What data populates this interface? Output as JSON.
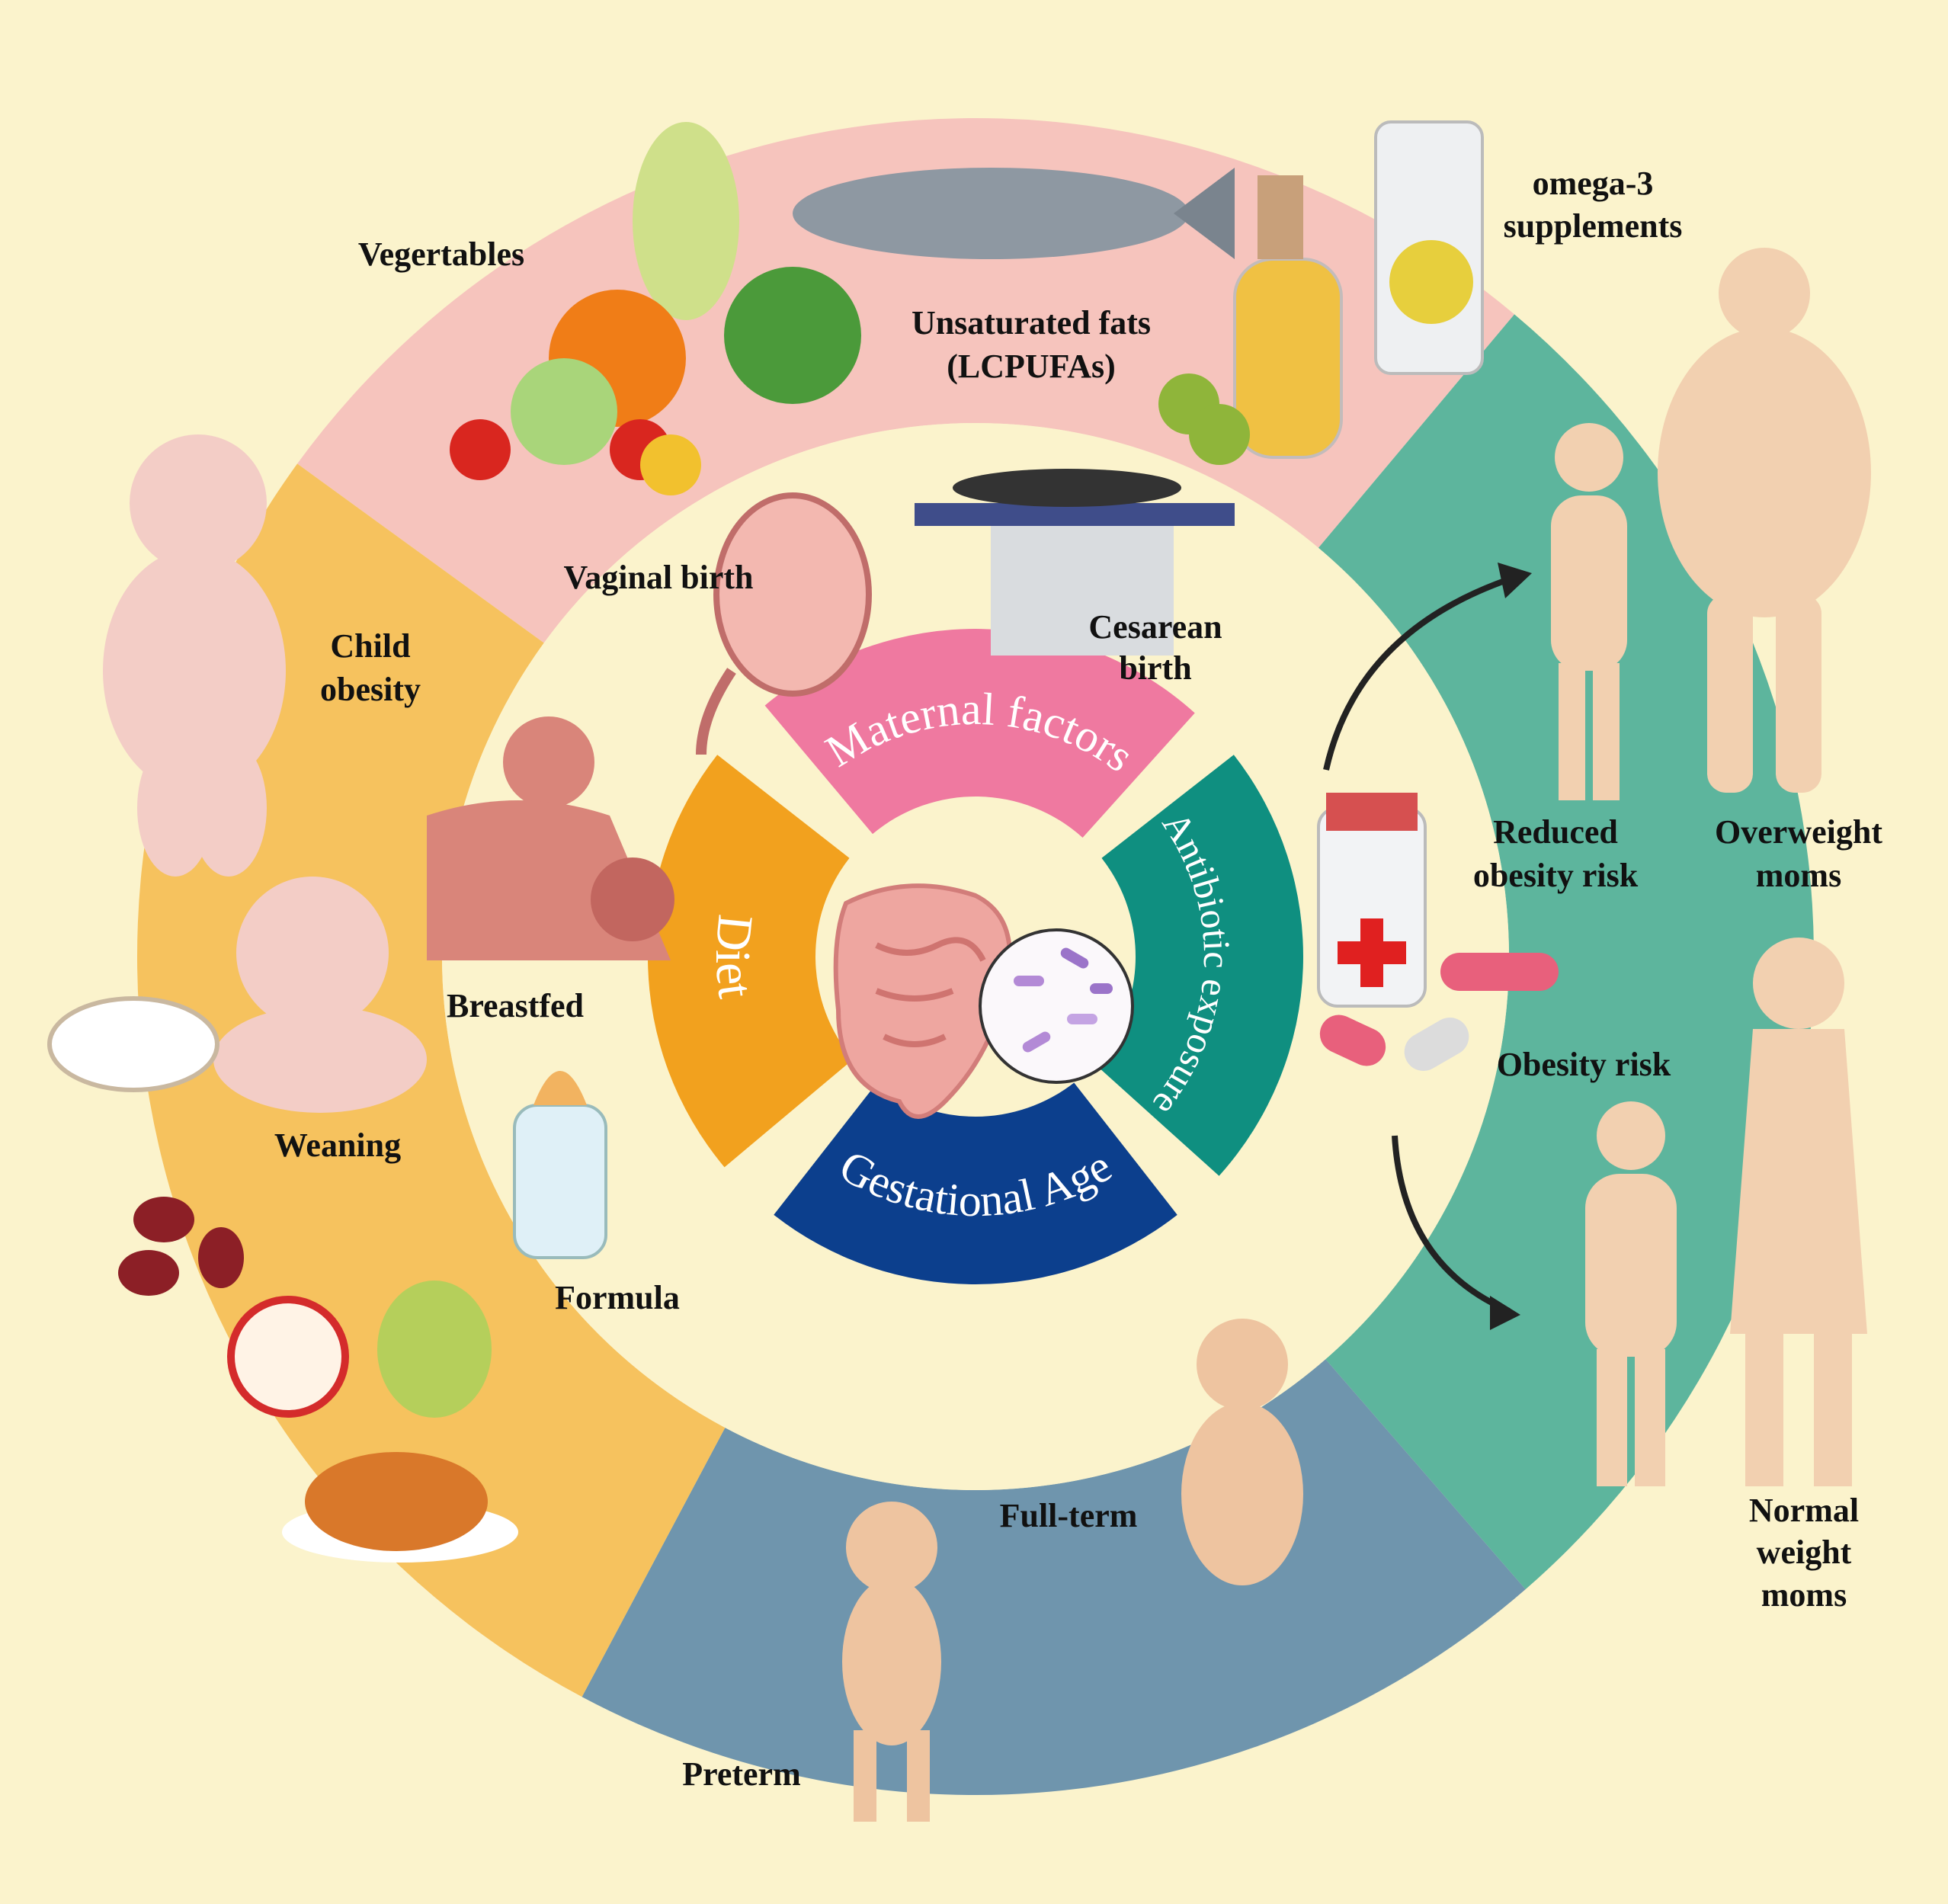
{
  "colors": {
    "background": "#fbf3cc",
    "outer_pink": "#f6c4bd",
    "outer_teal": "#5db59d",
    "outer_blue": "#6f95ad",
    "outer_orange": "#f6c25e",
    "inner_maternal": "#ef79a0",
    "inner_antibiotic": "#0f8f80",
    "inner_gestational": "#0c3f8d",
    "inner_diet": "#f2a11e"
  },
  "inner_ring": {
    "maternal": "Maternal factors",
    "antibiotic": "Antibiotic exposure",
    "gestational": "Gestational Age",
    "diet": "Diet"
  },
  "labels": {
    "vegetables": "Vegertables",
    "unsaturated_1": "Unsaturated fats",
    "unsaturated_2": "(LCPUFAs)",
    "omega_1": "omega-3",
    "omega_2": "supplements",
    "vaginal": "Vaginal birth",
    "cesarean_1": "Cesarean",
    "cesarean_2": "birth",
    "child_1": "Child",
    "child_2": "obesity",
    "breastfed": "Breastfed",
    "weaning": "Weaning",
    "formula": "Formula",
    "reduced_1": "Reduced",
    "reduced_2": "obesity risk",
    "overweight_1": "Overweight",
    "overweight_2": "moms",
    "obesity_risk": "Obesity risk",
    "normal_1": "Normal",
    "normal_2": "weight",
    "normal_3": "moms",
    "fullterm": "Full-term",
    "preterm": "Preterm"
  }
}
